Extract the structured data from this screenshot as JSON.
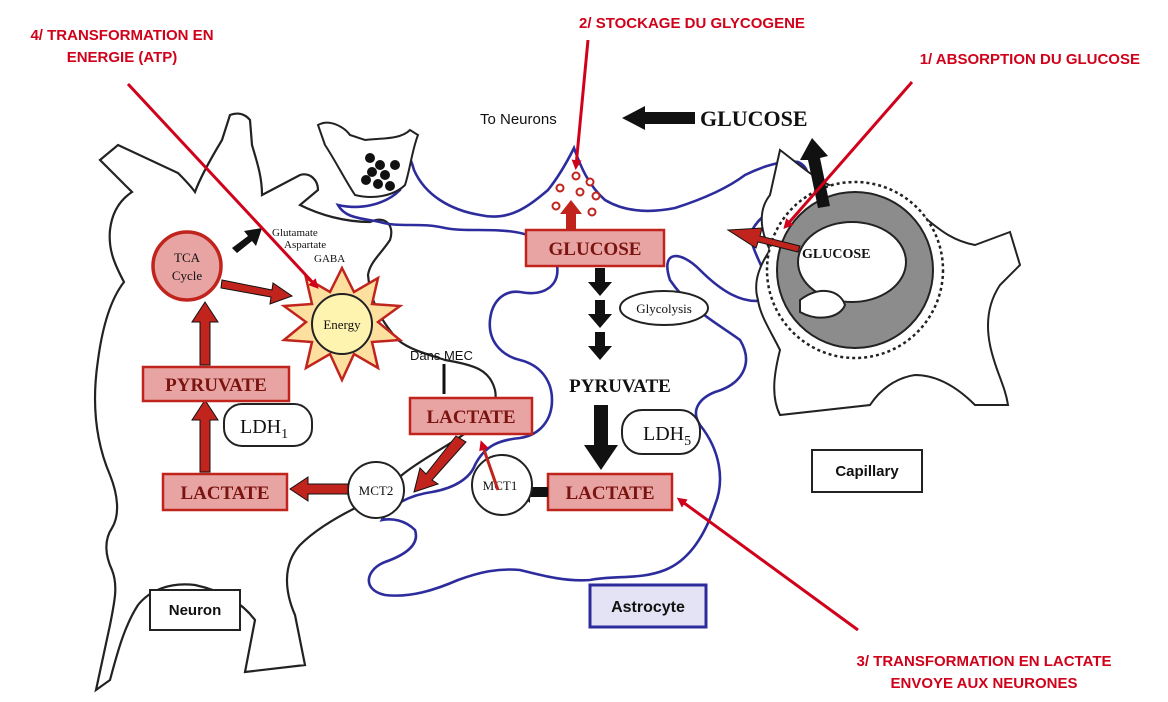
{
  "annotations": {
    "step1": "1/ ABSORPTION DU GLUCOSE",
    "step2": "2/ STOCKAGE DU GLYCOGENE",
    "step3_line1": "3/ TRANSFORMATION EN LACTATE",
    "step3_line2": "ENVOYE AUX NEURONES",
    "step4_line1": "4/ TRANSFORMATION EN",
    "step4_line2": "ENERGIE (ATP)"
  },
  "labels": {
    "to_neurons": "To Neurons",
    "glucose_top": "GLUCOSE",
    "glucose_capillary": "GLUCOSE",
    "glucose_box": "GLUCOSE",
    "glycolysis": "Glycolysis",
    "pyruvate_astro": "PYRUVATE",
    "ldh5": "LDH",
    "ldh5_sub": "5",
    "lactate_astro": "LACTATE",
    "mct1": "MCT1",
    "lactate_mec": "LACTATE",
    "dans_mec": "Dans MEC",
    "mct2": "MCT2",
    "lactate_neuron": "LACTATE",
    "ldh1": "LDH",
    "ldh1_sub": "1",
    "pyruvate_neuron": "PYRUVATE",
    "tca_line1": "TCA",
    "tca_line2": "Cycle",
    "energy": "Energy",
    "glutamate": "Glutamate",
    "aspartate": "Aspartate",
    "gaba": "GABA"
  },
  "legend": {
    "neuron": "Neuron",
    "astrocyte": "Astrocyte",
    "capillary": "Capillary"
  },
  "colors": {
    "annotation_red": "#d0021b",
    "box_fill": "#e8a3a3",
    "box_stroke": "#c0241c",
    "astrocyte_outline": "#2c2c9c",
    "energy_fill": "#fff3b0"
  }
}
